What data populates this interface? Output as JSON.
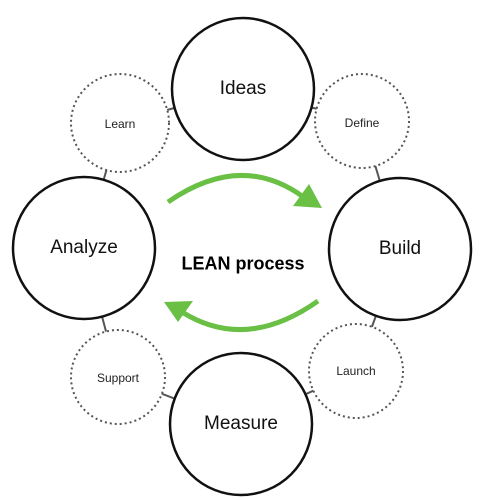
{
  "diagram": {
    "center_title": "LEAN process",
    "major_stages": [
      "Ideas",
      "Build",
      "Measure",
      "Analyze"
    ],
    "minor_stages": [
      "Define",
      "Launch",
      "Support",
      "Learn"
    ],
    "arrow_color": "#6abf45",
    "major_border_style": "solid",
    "minor_border_style": "dotted"
  }
}
